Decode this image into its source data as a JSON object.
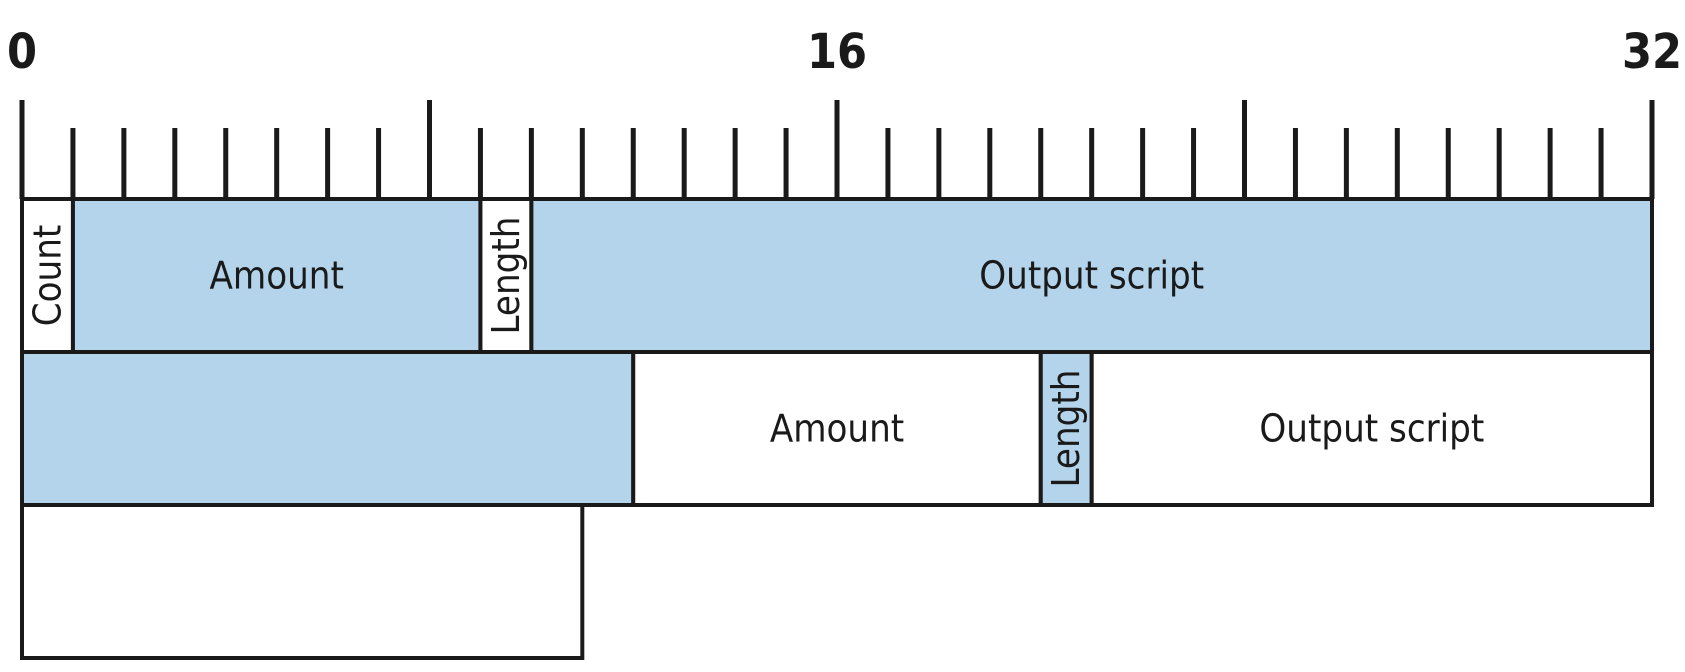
{
  "ruler": {
    "labels": [
      "0",
      "16",
      "32"
    ],
    "total_units": 32,
    "major_every": 8
  },
  "colors": {
    "highlight": "#b3d4ea",
    "plain": "#ffffff",
    "stroke": "#1a1a1a"
  },
  "rows": [
    [
      {
        "label": "Count",
        "start": 0,
        "end": 1,
        "fill": "plain",
        "vertical": true
      },
      {
        "label": "Amount",
        "start": 1,
        "end": 9,
        "fill": "highlight",
        "vertical": false
      },
      {
        "label": "Length",
        "start": 9,
        "end": 10,
        "fill": "plain",
        "vertical": true
      },
      {
        "label": "Output script",
        "start": 10,
        "end": 32,
        "fill": "highlight",
        "vertical": false
      }
    ],
    [
      {
        "label": "",
        "start": 0,
        "end": 12,
        "fill": "highlight",
        "vertical": false
      },
      {
        "label": "Amount",
        "start": 12,
        "end": 20,
        "fill": "plain",
        "vertical": false
      },
      {
        "label": "Length",
        "start": 20,
        "end": 21,
        "fill": "highlight",
        "vertical": true
      },
      {
        "label": "Output script",
        "start": 21,
        "end": 32,
        "fill": "plain",
        "vertical": false
      }
    ],
    [
      {
        "label": "",
        "start": 0,
        "end": 11,
        "fill": "plain",
        "vertical": false
      }
    ]
  ]
}
